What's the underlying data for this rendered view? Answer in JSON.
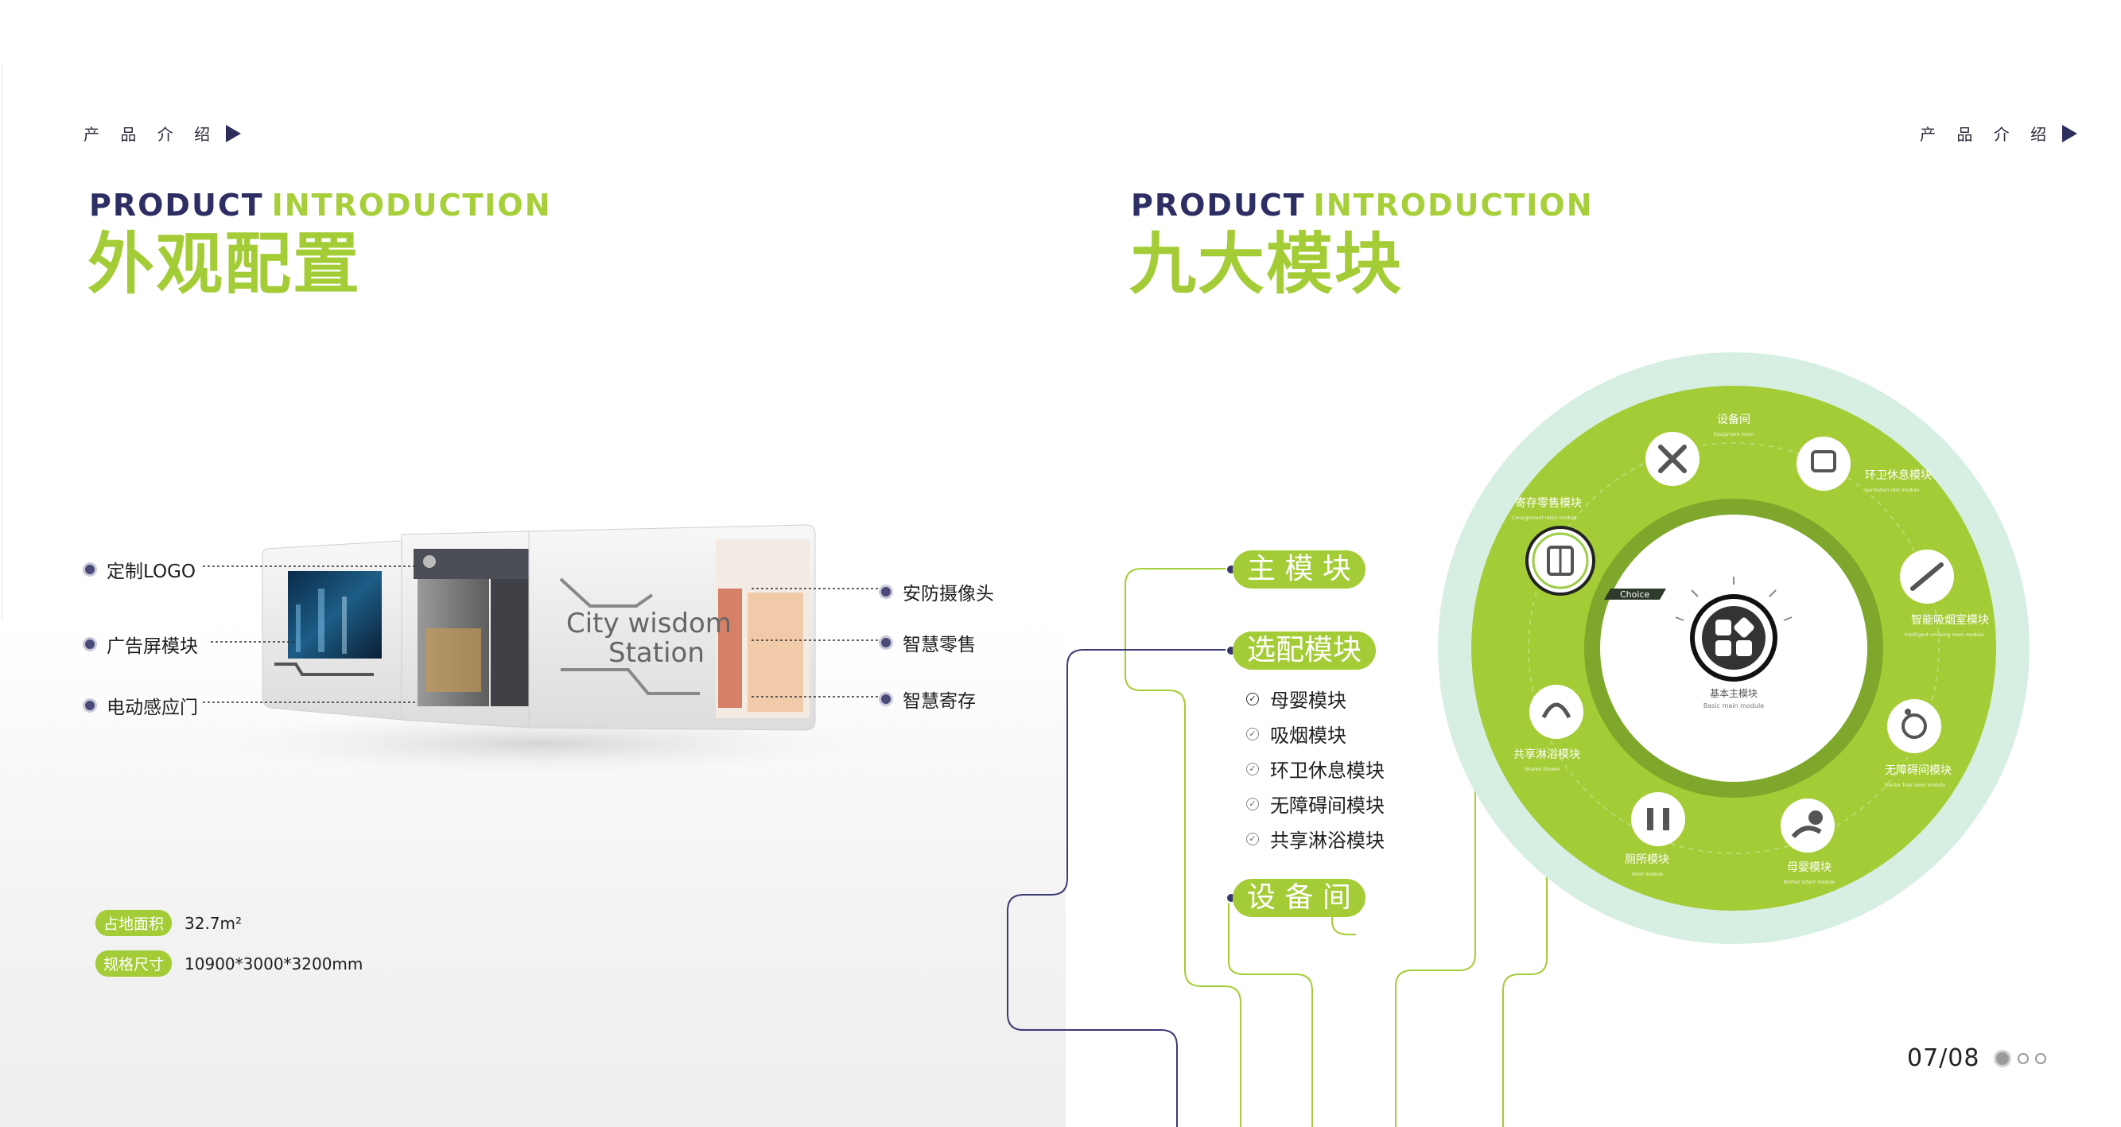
{
  "left": {
    "section_tag": "产 品 介 绍",
    "eyebrow_dark": "PRODUCT",
    "eyebrow_green": "INTRODUCTION",
    "title": "外观配置",
    "callouts_left": [
      "定制LOGO",
      "广告屏模块",
      "电动感应门"
    ],
    "callouts_right": [
      "安防摄像头",
      "智慧零售",
      "智慧寄存"
    ],
    "booth_text_line1": "City wisdom",
    "booth_text_line2": "Station",
    "specs": [
      {
        "label": "占地面积",
        "value": "32.7m²"
      },
      {
        "label": "规格尺寸",
        "value": "10900*3000*3200mm"
      }
    ]
  },
  "right": {
    "section_tag": "产 品 介 绍",
    "eyebrow_dark": "PRODUCT",
    "eyebrow_green": "INTRODUCTION",
    "title": "九大模块",
    "chips": [
      "主 模 块",
      "选配模块",
      "设 备 间"
    ],
    "options": [
      {
        "label": "母婴模块",
        "checked": true
      },
      {
        "label": "吸烟模块",
        "checked": false
      },
      {
        "label": "环卫休息模块",
        "checked": false
      },
      {
        "label": "无障碍间模块",
        "checked": false
      },
      {
        "label": "共享淋浴模块",
        "checked": false
      }
    ],
    "wheel": {
      "center_label": "基本主模块",
      "center_sub": "Basic main module",
      "choice": "Choice",
      "modules": [
        {
          "label": "设备间",
          "sub": "Equipment room"
        },
        {
          "label": "环卫休息模块",
          "sub": "Sanitation rest module"
        },
        {
          "label": "智能吸烟室模块",
          "sub": "Intelligent smoking room module"
        },
        {
          "label": "无障碍间模块",
          "sub": "Barrier free room module"
        },
        {
          "label": "母婴模块",
          "sub": "Mother infant module"
        },
        {
          "label": "厕所模块",
          "sub": "Toilet module"
        },
        {
          "label": "共享淋浴模块",
          "sub": "Shared shower"
        },
        {
          "label": "寄存零售模块",
          "sub": "Consignment retail module"
        }
      ]
    },
    "pager": {
      "text": "07/08",
      "total_dots": 3,
      "active_index": 0
    }
  },
  "colors": {
    "brand_green": "#a4cc36",
    "dark_navy": "#2d2e63",
    "ring_light": "#d6efe2",
    "ring_dark": "#7fa72b"
  }
}
